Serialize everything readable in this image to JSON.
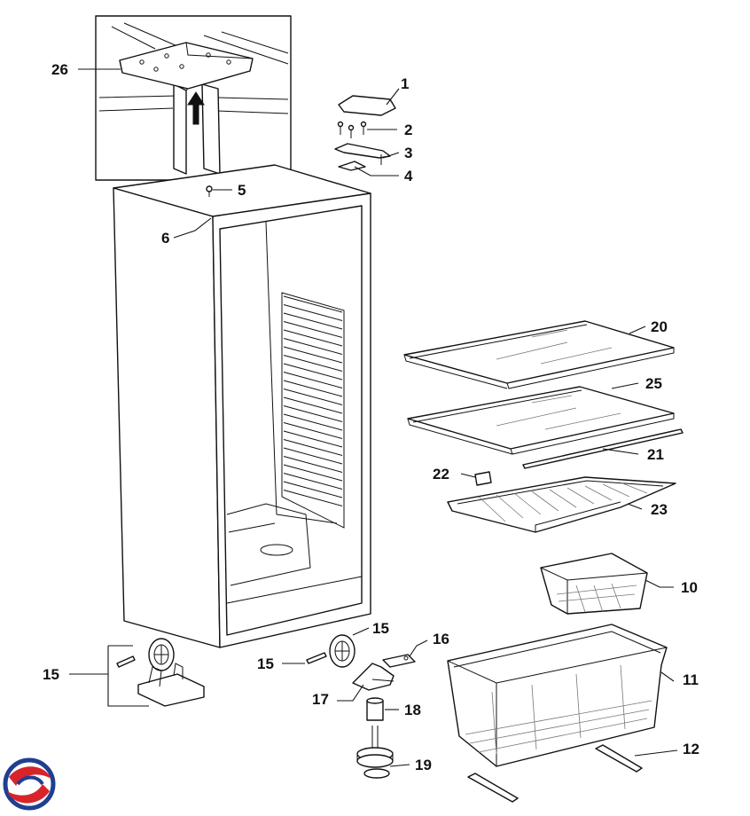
{
  "colors": {
    "ink": "#111111",
    "logo_red": "#d8232a",
    "logo_blue": "#1f3f8f"
  },
  "icons": {
    "brand_logo": "swirl-logo-icon",
    "arrow": "up-arrow-icon"
  },
  "labels": {
    "p1": "1",
    "p2": "2",
    "p3": "3",
    "p4": "4",
    "p5": "5",
    "p6": "6",
    "p10": "10",
    "p11": "11",
    "p12": "12",
    "p15a": "15",
    "p15b": "15",
    "p15c": "15",
    "p16": "16",
    "p17": "17",
    "p18": "18",
    "p19": "19",
    "p20": "20",
    "p21": "21",
    "p22": "22",
    "p23": "23",
    "p25": "25",
    "p26": "26"
  }
}
